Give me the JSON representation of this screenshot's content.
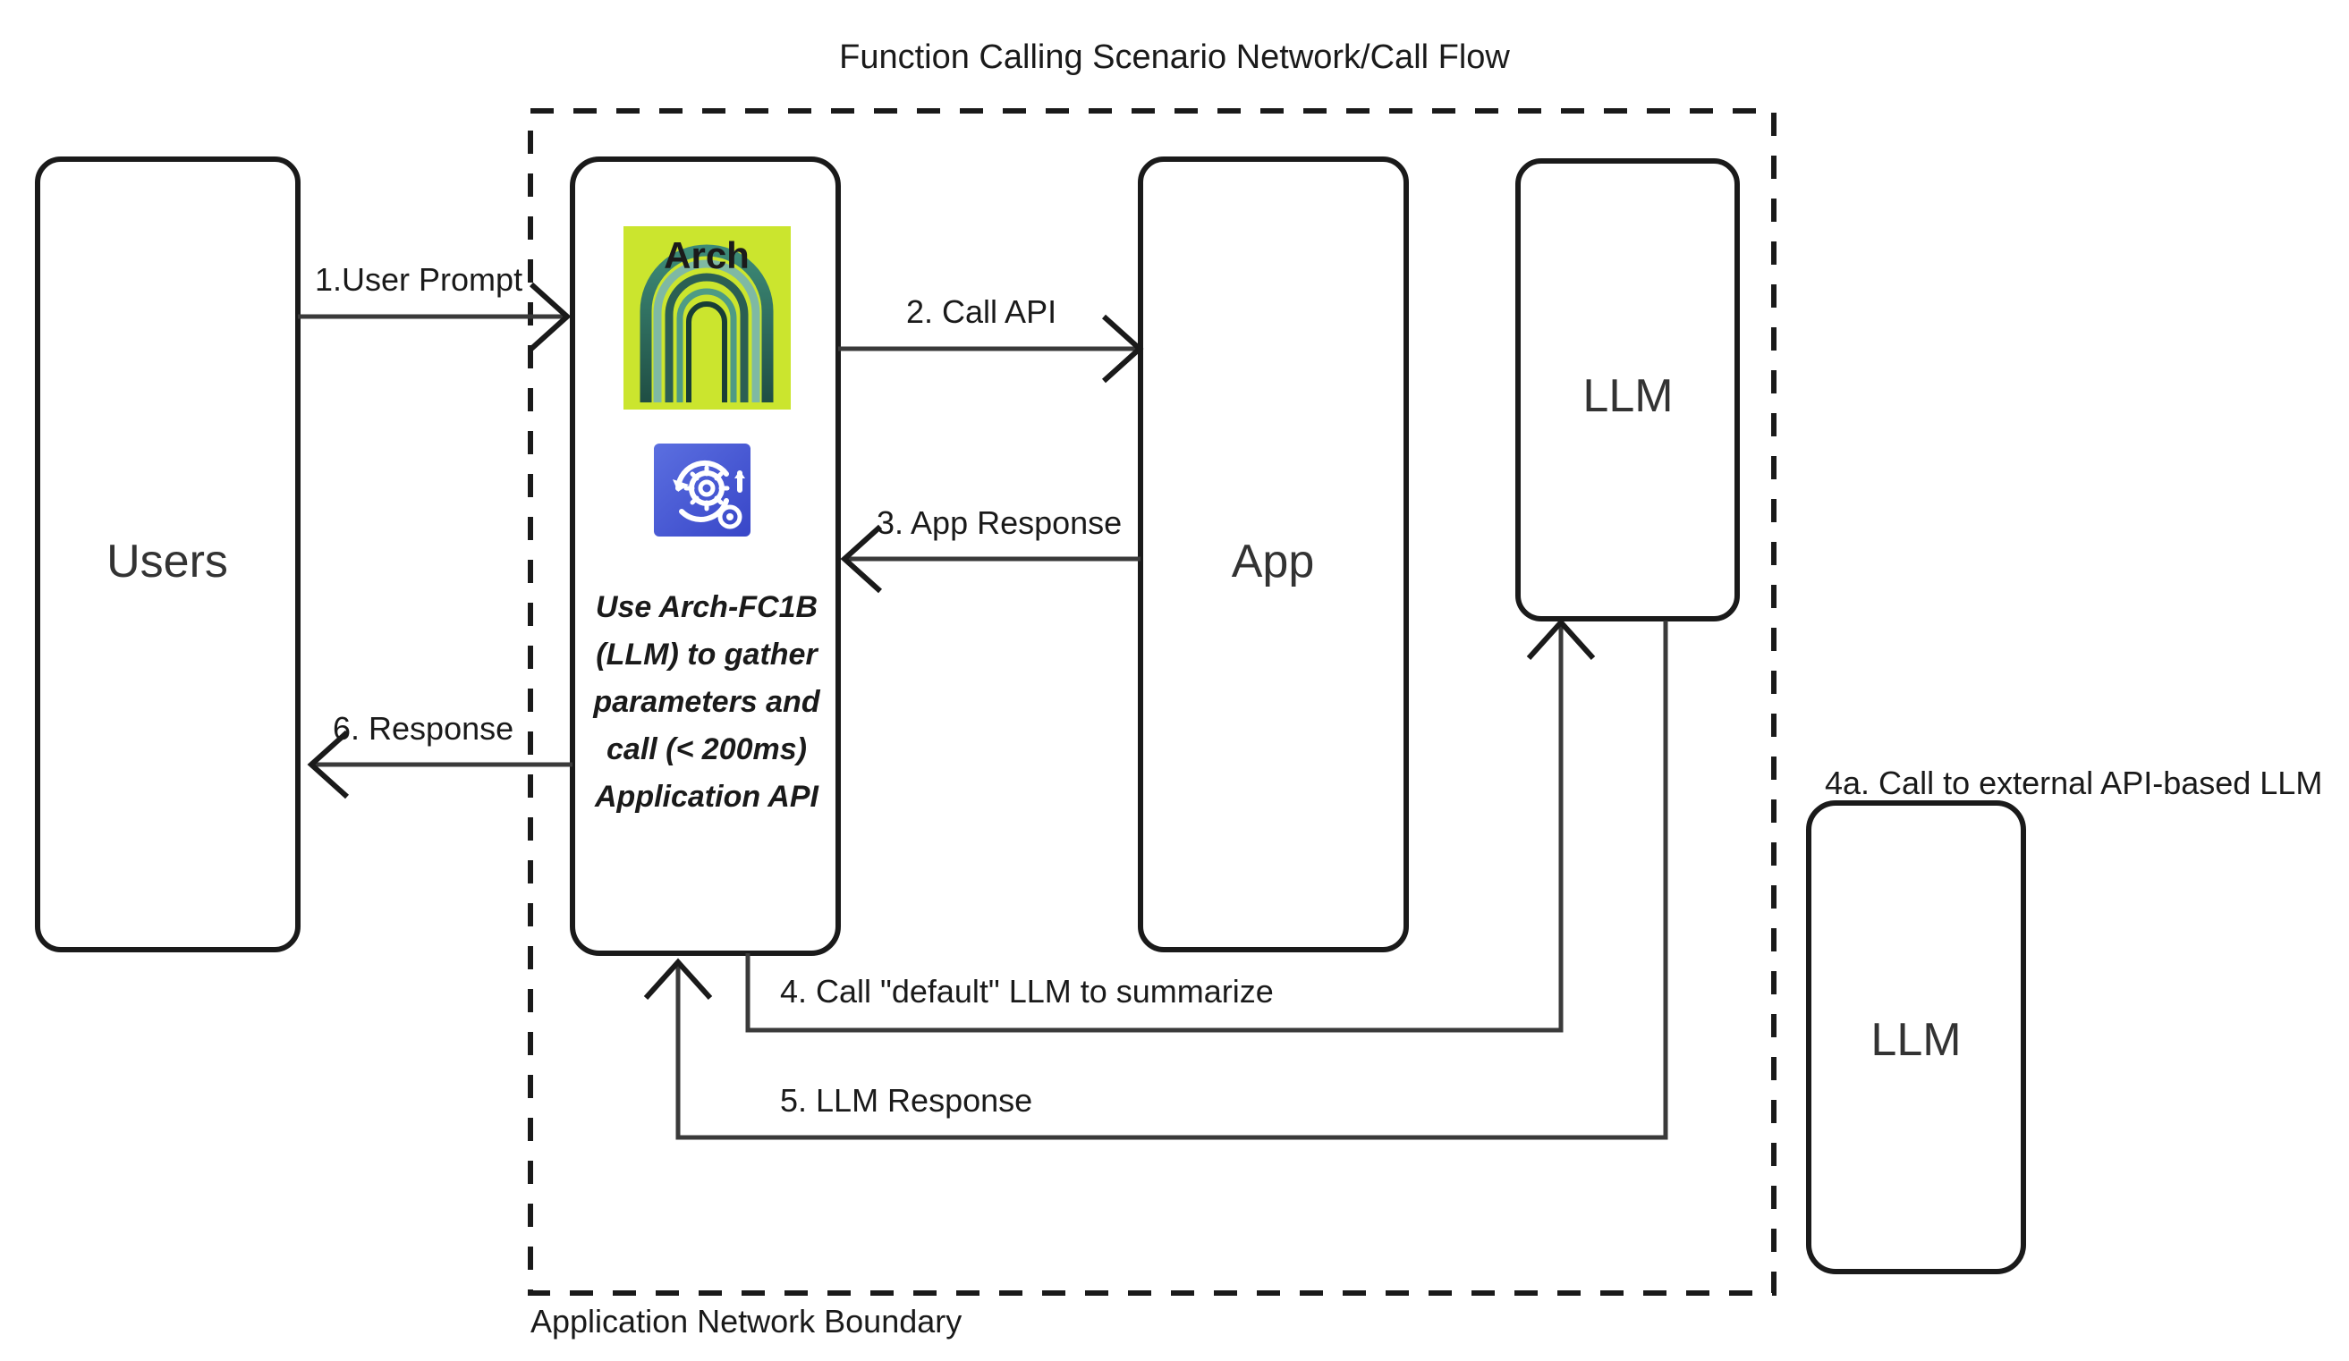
{
  "diagram": {
    "title": "Function Calling Scenario Network/Call Flow",
    "boundary_label": "Application Network Boundary",
    "external_call_label": "4a. Call to external API-based LLM",
    "colors": {
      "stroke": "#1a1a1a",
      "line": "#3a3a3a",
      "node_fill": "#ffffff",
      "arch_logo_bg": "#cbe52e",
      "arch_logo_arch": "#2f6b5e",
      "gear_icon_bg_start": "#4a63d8",
      "gear_icon_bg_end": "#3b4fd0",
      "background": "#ffffff"
    },
    "nodes": [
      {
        "id": "users",
        "label": "Users"
      },
      {
        "id": "arch",
        "label": ""
      },
      {
        "id": "app",
        "label": "App"
      },
      {
        "id": "llm_internal",
        "label": "LLM"
      },
      {
        "id": "llm_external",
        "label": "LLM"
      }
    ],
    "arch_node": {
      "logo_text": "Arch",
      "logo_icon_name": "arch-arch-logo",
      "gear_icon_name": "gear-sync-icon",
      "note_lines": [
        "Use Arch-FC1B",
        "(LLM) to gather",
        "parameters and",
        "call (< 200ms)",
        "Application API"
      ]
    },
    "edges": [
      {
        "id": "e1",
        "label": "1.User Prompt",
        "from": "users",
        "to": "arch"
      },
      {
        "id": "e2",
        "label": "2. Call API",
        "from": "arch",
        "to": "app"
      },
      {
        "id": "e3",
        "label": "3. App Response",
        "from": "app",
        "to": "arch"
      },
      {
        "id": "e4",
        "label": "4. Call \"default\" LLM to summarize",
        "from": "arch",
        "to": "llm_internal"
      },
      {
        "id": "e5",
        "label": "5. LLM Response",
        "from": "llm_internal",
        "to": "arch"
      },
      {
        "id": "e6",
        "label": "6.  Response",
        "from": "arch",
        "to": "users"
      }
    ]
  }
}
